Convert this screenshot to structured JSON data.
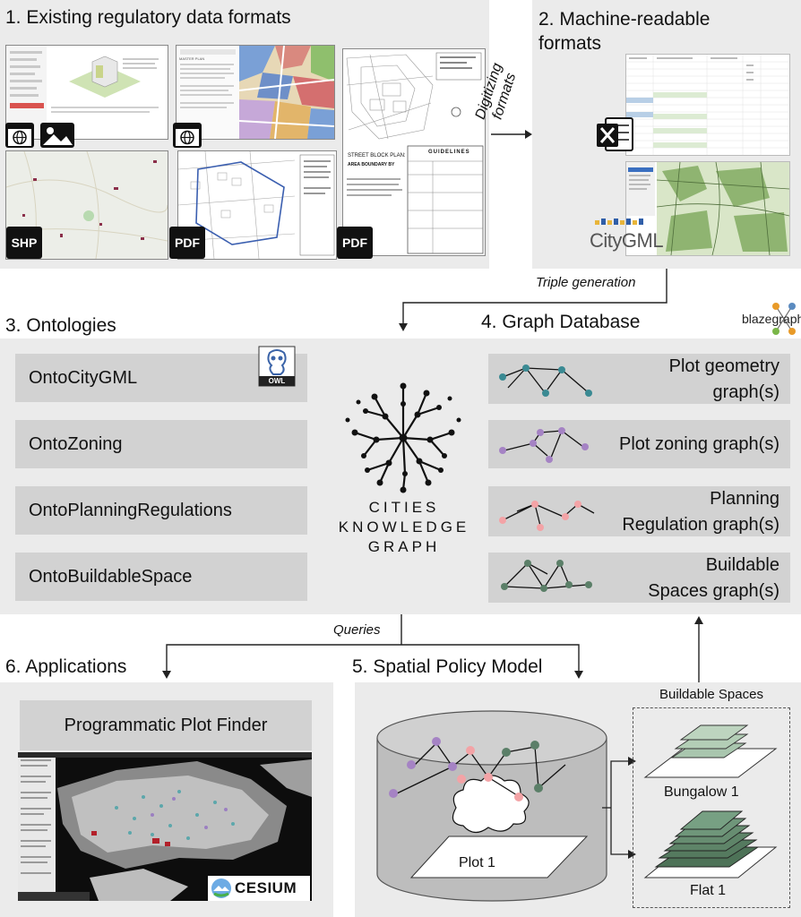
{
  "sections": {
    "s1": "1. Existing  regulatory data formats",
    "s2_line1": "2. Machine-readable",
    "s2_line2": "formats",
    "s3": "3. Ontologies",
    "s4": "4. Graph Database",
    "s5": "5. Spatial Policy Model",
    "s6": "6. Applications"
  },
  "arrows": {
    "digitizing_line1": "Digitizing",
    "digitizing_line2": "formats",
    "triple": "Triple generation",
    "queries": "Queries"
  },
  "formats": {
    "shp": "SHP",
    "pdf": "PDF",
    "citygml": "CityGML",
    "street_block_plan": "STREET BLOCK PLAN:",
    "area_boundary": "AREA BOUNDARY BY",
    "guidelines": "GUIDELINES",
    "master_plan": "MASTER PLAN"
  },
  "ontologies": [
    "OntoCityGML",
    "OntoZoning",
    "OntoPlanningRegulations",
    "OntoBuildableSpace"
  ],
  "owl": "OWL",
  "ckg": {
    "line1": "CITIES",
    "line2": "KNOWLEDGE",
    "line3": "GRAPH"
  },
  "graphs": [
    {
      "line1": "Plot geometry",
      "line2": "graph(s)",
      "color": "#3a8a93"
    },
    {
      "line1": "Plot zoning graph(s)",
      "line2": "",
      "color": "#a583c4"
    },
    {
      "line1": "Planning",
      "line2": "Regulation graph(s)",
      "color": "#f3a3a6"
    },
    {
      "line1": "Buildable",
      "line2": "Spaces graph(s)",
      "color": "#5b7f68"
    }
  ],
  "blazegraph": "blazegraph",
  "apps": {
    "title": "Programmatic Plot Finder",
    "cesium": "CESIUM"
  },
  "spm": {
    "plot": "Plot 1",
    "buildable_title": "Buildable Spaces",
    "bungalow": "Bungalow 1",
    "flat": "Flat 1"
  }
}
